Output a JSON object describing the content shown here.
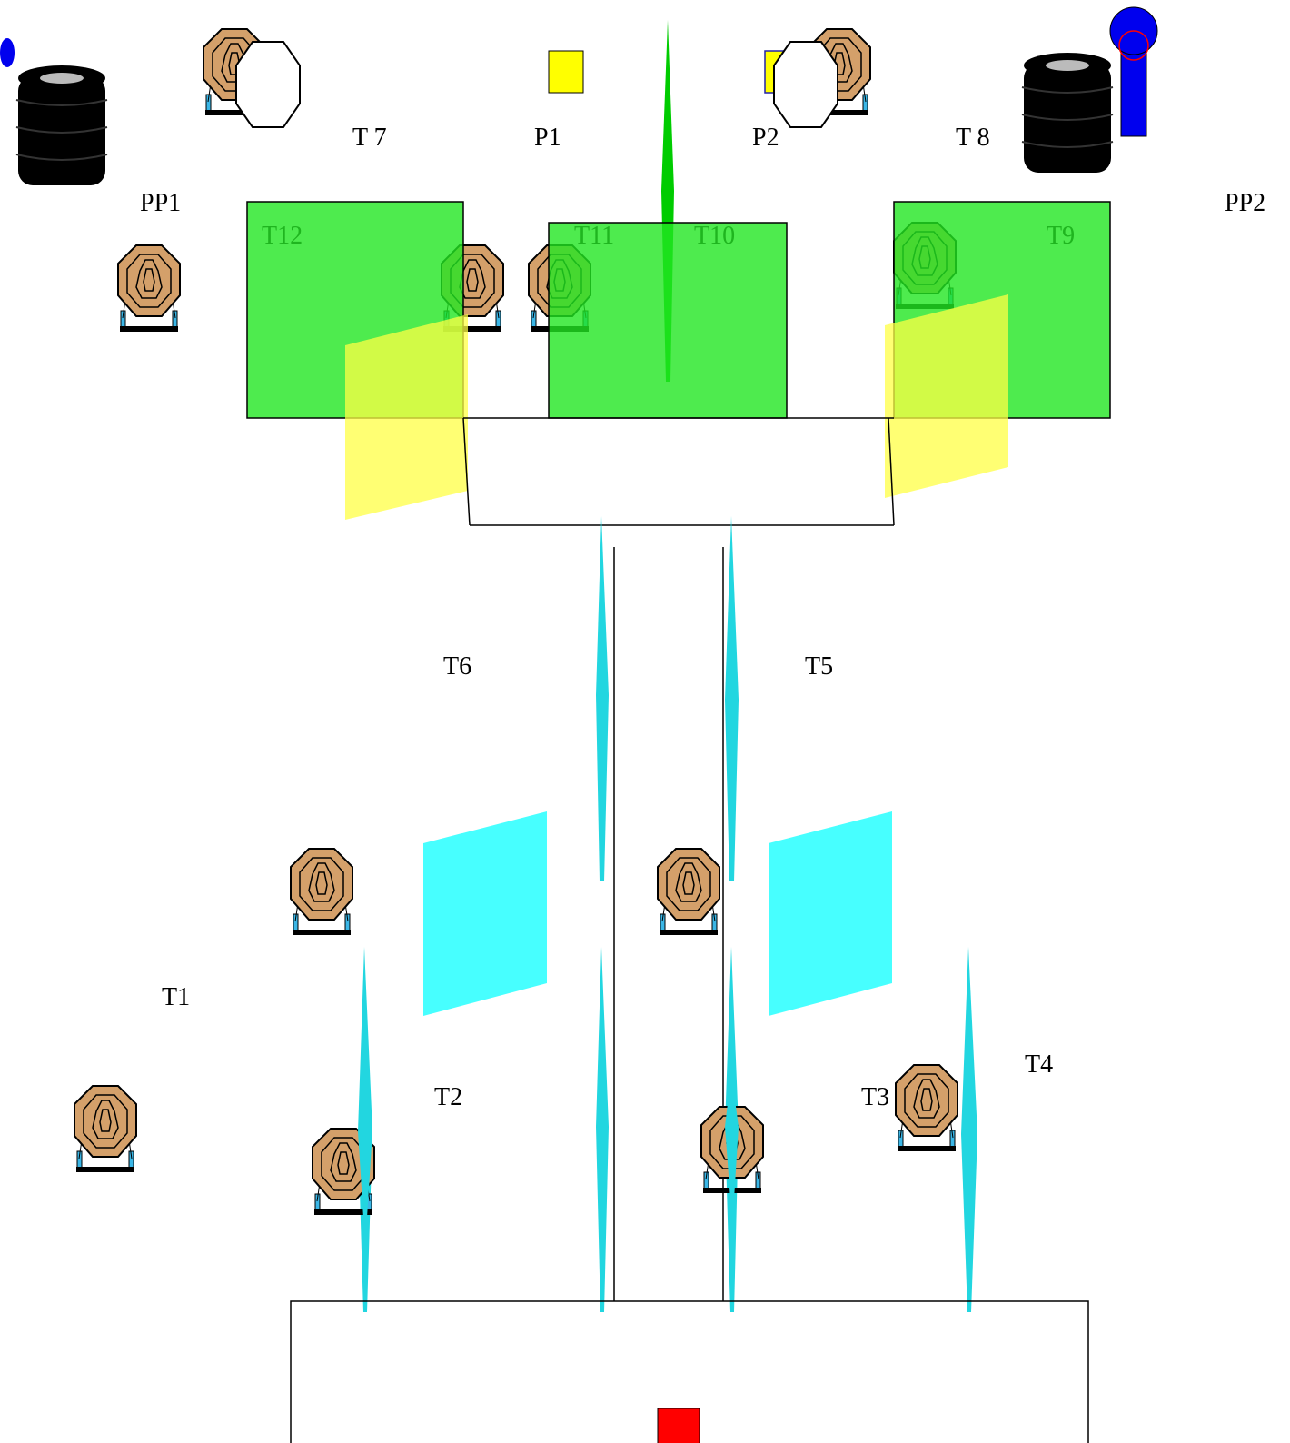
{
  "labels": {
    "t7": "T 7",
    "p1": "P1",
    "p2": "P2",
    "t8": "T 8",
    "pp1": "PP1",
    "pp2": "PP2",
    "t12": "T12",
    "t11": "T11",
    "t10": "T10",
    "t9": "T9",
    "t6": "T6",
    "t5": "T5",
    "t1": "T1",
    "t2": "T2",
    "t3": "T3",
    "t4": "T4"
  },
  "colors": {
    "target_body": "#d4a06a",
    "target_stand_leg": "#3ab6e6",
    "green_zone": "#22e622",
    "yellow_panel": "#ffff44",
    "cyan_panel": "#33ffff",
    "cyan_divider": "#22d6e0",
    "green_divider": "#00cc00",
    "barrel": "#000000",
    "popper": "#0000ee",
    "start_box": "#ff0000",
    "paper_marker": "#ffff00"
  },
  "icons": {
    "target": "steel-target-on-stand-icon",
    "no_shoot": "white-octagon-no-shoot-icon",
    "barrel_stack": "tire-stack-icon",
    "popper": "popper-icon",
    "start": "start-position-marker"
  }
}
